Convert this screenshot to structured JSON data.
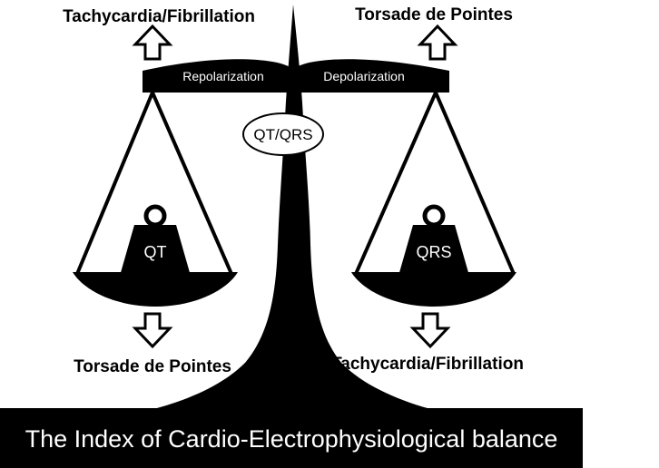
{
  "labels": {
    "top_left": "Tachycardia/Fibrillation",
    "top_right": "Torsade de Pointes",
    "bottom_left": "Torsade de Pointes",
    "bottom_right": "Tachycardia/Fibrillation",
    "beam_left": "Repolarization",
    "beam_right": "Depolarization",
    "center_oval": "QT/QRS",
    "left_weight": "QT",
    "right_weight": "QRS",
    "banner": "The Index of Cardio-Electrophysiological balance"
  },
  "colors": {
    "ink": "#000000",
    "paper": "#ffffff"
  }
}
